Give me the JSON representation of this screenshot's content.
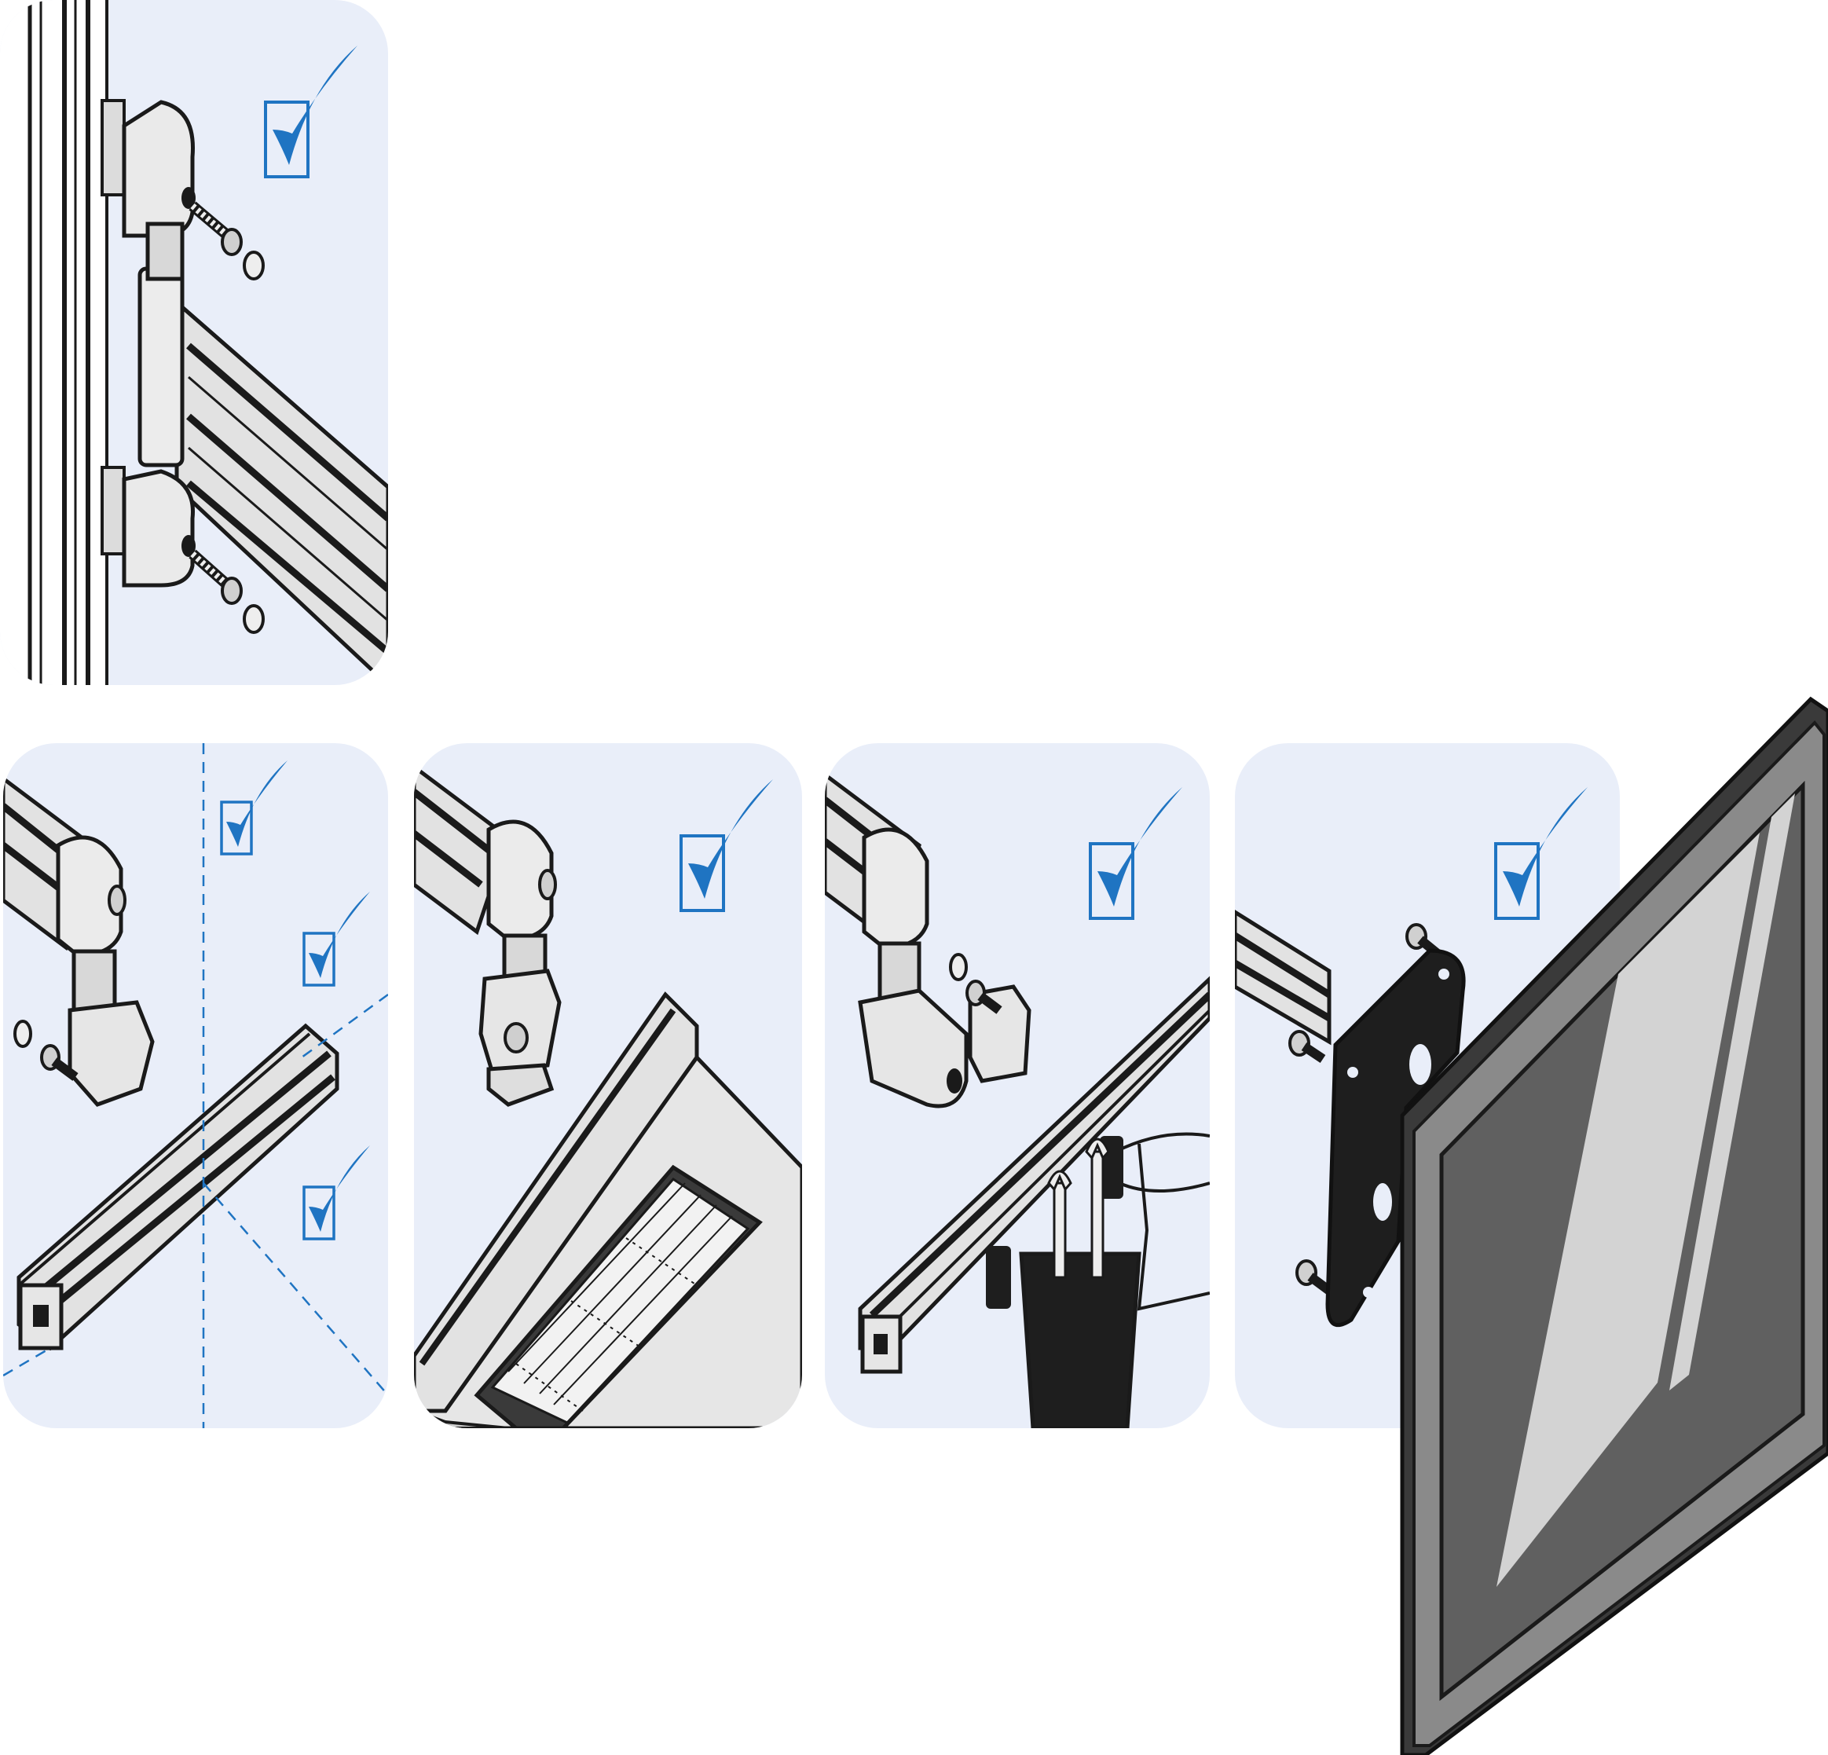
{
  "colors": {
    "panel": "#e9eef9",
    "outline": "#1a1a1a",
    "metal": "#e5e5e5",
    "metal_shade": "#cfcfcf",
    "check_blue": "#1f74c2",
    "black_part": "#1e1e1e",
    "screen_dark": "#606060",
    "screen_light": "#d3d3d3"
  },
  "panels": [
    {
      "scene": "wall-profile-with-two-hinged-arm-clamps",
      "checkmarks": 1
    },
    {
      "scene": "arm-mounted-on-crossing-profile-with-rotation-axes",
      "checkmarks": 3
    },
    {
      "scene": "arm-holding-keyboard-tray",
      "checkmarks": 1
    },
    {
      "scene": "profile-with-tool-holder-and-wire-basket",
      "checkmarks": 1
    },
    {
      "scene": "arm-with-vesa-plate-and-monitor",
      "checkmarks": 1
    }
  ],
  "icons": [
    "checkmark-icon",
    "screw-icon",
    "washer-icon",
    "wrench-icon",
    "keyboard-icon",
    "monitor-icon",
    "vesa-plate-icon"
  ]
}
